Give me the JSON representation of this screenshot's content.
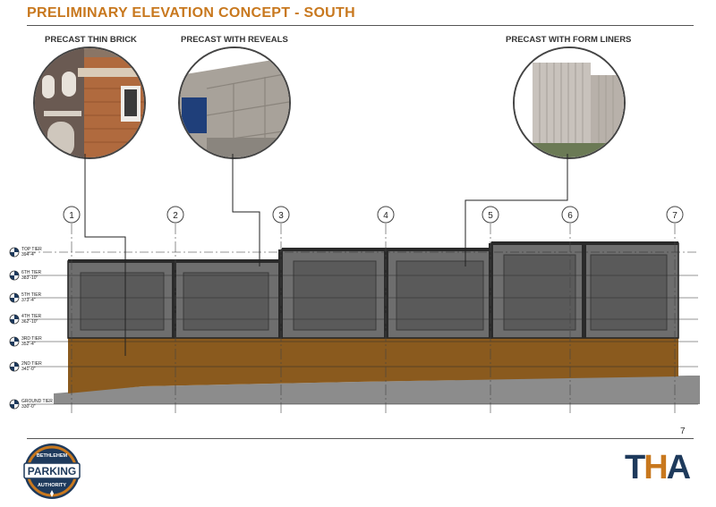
{
  "title": "PRELIMINARY ELEVATION CONCEPT - SOUTH",
  "materials": [
    {
      "label": "PRECAST THIN BRICK"
    },
    {
      "label": "PRECAST WITH REVEALS"
    },
    {
      "label": "PRECAST WITH FORM LINERS"
    }
  ],
  "grid_lines": [
    "1",
    "2",
    "3",
    "4",
    "5",
    "6",
    "7"
  ],
  "tiers": [
    {
      "name": "TOP TIER",
      "elev": "394'-4\""
    },
    {
      "name": "6TH TIER",
      "elev": "383'-10\""
    },
    {
      "name": "5TH TIER",
      "elev": "373'-4\""
    },
    {
      "name": "4TH TIER",
      "elev": "362'-10\""
    },
    {
      "name": "3RD TIER",
      "elev": "352'-4\""
    },
    {
      "name": "2ND TIER",
      "elev": "341'-0\""
    },
    {
      "name": "GROUND TIER",
      "elev": "330'-0\""
    }
  ],
  "page_number": "7",
  "logo": {
    "top_text": "BETHLEHEM",
    "main_text": "PARKING",
    "bottom_text": "AUTHORITY",
    "firm_t": "T",
    "firm_h": "H",
    "firm_a": "A"
  },
  "colors": {
    "accent": "#c8781e",
    "brick": "#8a5a1e",
    "precast": "#6e6e6e",
    "panel": "#5a5a5a",
    "navy": "#1e3a5c"
  }
}
